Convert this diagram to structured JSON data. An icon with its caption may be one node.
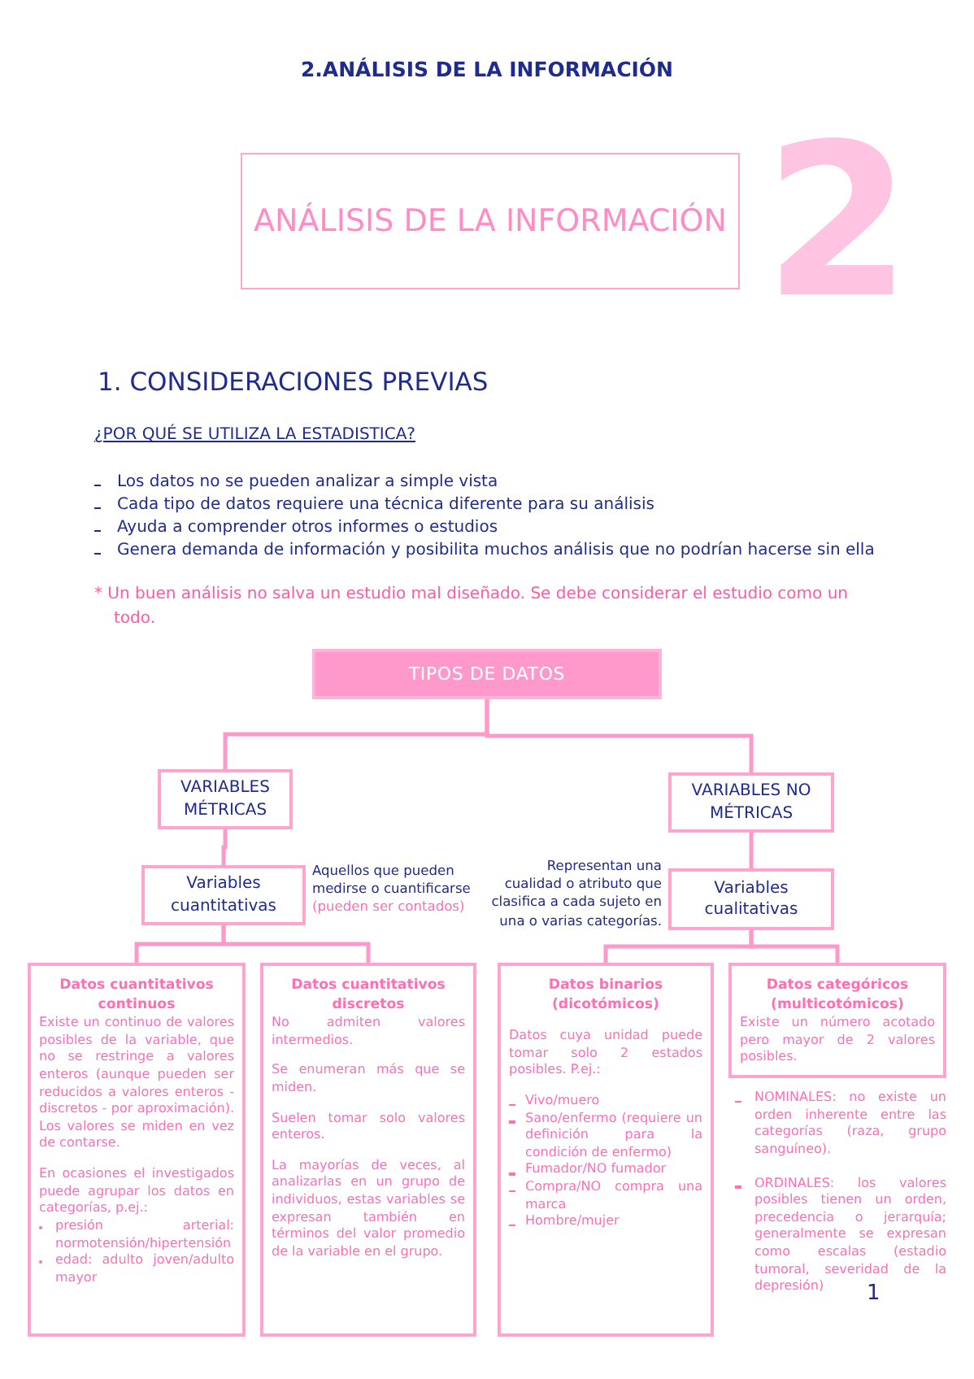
{
  "diagram": {
    "title": "2.ANÁLISIS DE LA INFORMACIÓN",
    "nodes": [
      {
        "text": [
          "ANÁLISIS DE LA INFORMACIÓN"
        ]
      },
      {
        "text": [
          "TIPOS DE DATOS"
        ]
      },
      {
        "text": [
          "VARIABLES MÉTRICAS"
        ]
      },
      {
        "text": [
          "VARIABLES NO MÉTRICAS"
        ]
      },
      {
        "text": [
          "Variables cuantitativas"
        ],
        "beside": [
          "Aquellos que pueden medirse o cuantificarse",
          "(pueden ser contados)"
        ]
      },
      {
        "text": [
          "Variables cualitativas"
        ],
        "beside": [
          "Representan una cualidad o atributo que clasifica a cada sujeto en una o varias categorías."
        ]
      },
      {
        "text": [
          "Datos cuantitativos continuos",
          "Existe un continuo de valores posibles de la variable, que no se restringe a valores enteros (aunque pueden ser reducidos a valores enteros - discretos - por aproximación). Los valores se miden en vez de contarse.",
          "En ocasiones el investigados puede agrupar los datos en categorías, p.ej.:",
          "presión arterial: normotensión/hipertensión",
          "edad: adulto joven/adulto mayor"
        ]
      },
      {
        "text": [
          "Datos cuantitativos discretos",
          "No admiten valores intermedios.",
          "Se enumeran más que se miden.",
          "Suelen tomar solo valores enteros.",
          "La mayorías de veces, al analizarlas en un grupo de individuos, estas variables se expresan también en términos del valor promedio de la variable en el grupo."
        ]
      },
      {
        "text": [
          "Datos binarios (dicotómicos)",
          "Datos cuya unidad puede tomar solo 2 estados posibles. P.ej.:",
          "Vivo/muero",
          "Sano/enfermo (requiere un definición para la condición de enfermo)",
          "Fumador/NO fumador",
          "Compra/NO compra una marca",
          "Hombre/mujer"
        ]
      },
      {
        "text": [
          "Datos categóricos (multicotómicos)",
          "Existe un número acotado pero mayor de 2 valores posibles."
        ],
        "beside": [
          "NOMINALES: no existe un orden inherente entre las categorías (raza, grupo sanguíneo).",
          "ORDINALES: los valores posibles tienen un orden, precedencia o jerarquía; generalmente se expresan como escalas (estadio tumoral, severidad de la depresión)"
        ]
      }
    ],
    "edges": [
      {
        "from": 1,
        "to": 2,
        "arrow": "none"
      },
      {
        "from": 1,
        "to": 3,
        "arrow": "none"
      },
      {
        "from": 2,
        "to": 4,
        "arrow": "none"
      },
      {
        "from": 3,
        "to": 5,
        "arrow": "none"
      },
      {
        "from": 4,
        "to": 6,
        "arrow": "none"
      },
      {
        "from": 4,
        "to": 7,
        "arrow": "none"
      },
      {
        "from": 5,
        "to": 8,
        "arrow": "none"
      },
      {
        "from": 5,
        "to": 9,
        "arrow": "none"
      }
    ],
    "labels": [
      "2",
      "1. CONSIDERACIONES PREVIAS",
      "¿POR QUÉ SE UTILIZA LA ESTADISTICA?",
      "Los datos no se pueden analizar a simple vista",
      "Cada tipo de datos requiere una técnica diferente para su análisis",
      "Ayuda a comprender otros informes o estudios",
      "Genera demanda de información y posibilita muchos análisis que no podrían hacerse sin ella",
      "* Un buen análisis no salva un estudio mal diseñado. Se debe considerar el estudio como un todo.",
      "1"
    ]
  }
}
